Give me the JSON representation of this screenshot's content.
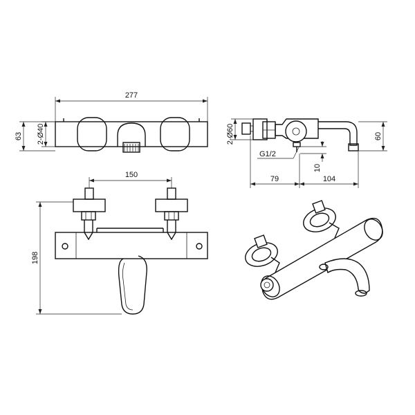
{
  "dimensions": {
    "overall_width": "277",
    "height_63": "63",
    "outlet_diam_40": "2-Ø40",
    "side_diam_60": "2-Ø60",
    "thread": "G1/2",
    "inlet_height_10": "10",
    "depth_60": "60",
    "inlet_offset_79": "79",
    "spout_reach_104": "104",
    "inlet_spacing_150": "150",
    "front_height_198": "198"
  },
  "palette": {
    "line": "#111111",
    "background": "#ffffff"
  }
}
